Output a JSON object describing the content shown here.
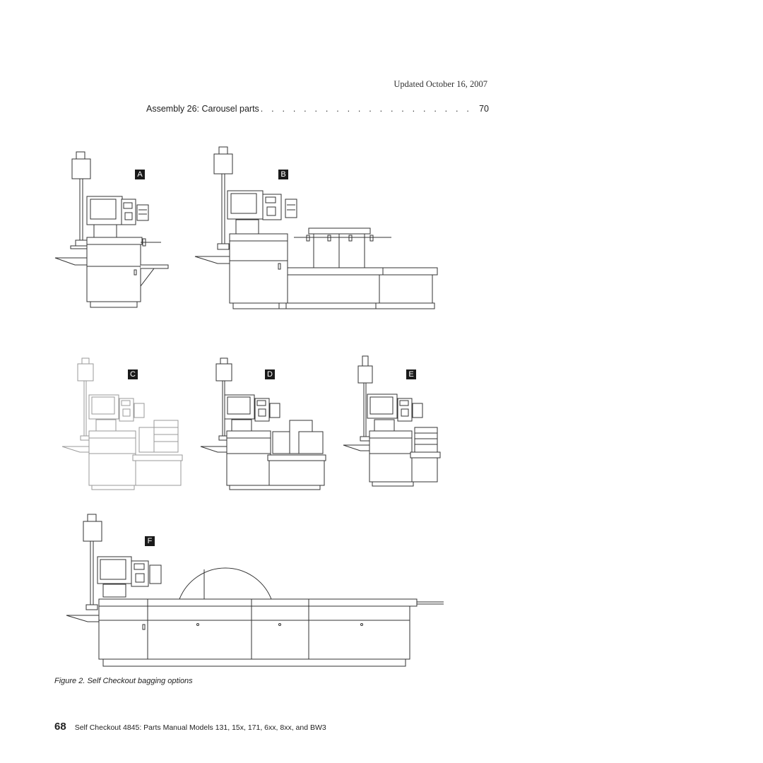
{
  "header": {
    "updated": "Updated October 16, 2007"
  },
  "toc": {
    "entry_label": "Assembly 26: Carousel parts",
    "leader_dots": ". . . . . . . . . . . . . . . . . . . . .",
    "entry_page": "70"
  },
  "figure": {
    "options": [
      {
        "label": "A"
      },
      {
        "label": "B"
      },
      {
        "label": "C"
      },
      {
        "label": "D"
      },
      {
        "label": "E"
      },
      {
        "label": "F"
      }
    ],
    "caption": "Figure 2. Self Checkout bagging options"
  },
  "footer": {
    "page_number": "68",
    "text": "Self Checkout 4845:  Parts Manual Models 131, 15x, 171, 6xx, 8xx, and BW3"
  }
}
